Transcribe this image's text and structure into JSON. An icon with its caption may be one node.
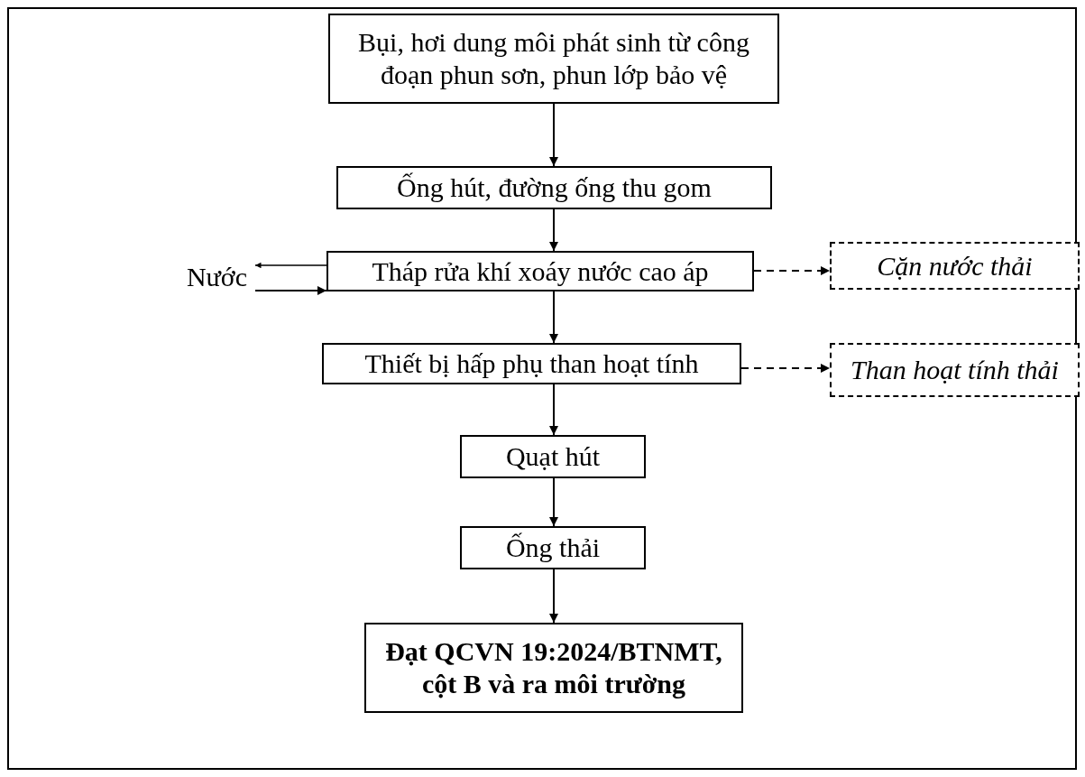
{
  "diagram": {
    "nodes": [
      {
        "text": [
          "Bụi, hơi dung môi phát sinh từ công đoạn phun sơn, phun lớp bảo vệ"
        ]
      },
      {
        "text": [
          "Ống hút, đường ống thu gom"
        ]
      },
      {
        "text": [
          "Tháp rửa khí xoáy nước cao áp"
        ]
      },
      {
        "text": [
          "Thiết bị hấp phụ than hoạt tính"
        ]
      },
      {
        "text": [
          "Quạt hút"
        ]
      },
      {
        "text": [
          "Ống thải"
        ]
      },
      {
        "text": [
          "Đạt QCVN 19:2024/BTNMT, cột B và ra môi trường"
        ]
      },
      {
        "text": [
          "Cặn nước thải"
        ]
      },
      {
        "text": [
          "Than hoạt tính thải"
        ]
      },
      {
        "text": [
          "Nước"
        ]
      }
    ],
    "edges": [
      {
        "from": 0,
        "to": 1,
        "arrow": "to"
      },
      {
        "from": 1,
        "to": 2,
        "arrow": "to"
      },
      {
        "from": 2,
        "to": 3,
        "arrow": "to"
      },
      {
        "from": 3,
        "to": 4,
        "arrow": "to"
      },
      {
        "from": 4,
        "to": 5,
        "arrow": "to"
      },
      {
        "from": 5,
        "to": 6,
        "arrow": "to"
      },
      {
        "from": 2,
        "to": 7,
        "arrow": "to",
        "style": "dashed"
      },
      {
        "from": 3,
        "to": 8,
        "arrow": "to",
        "style": "dashed"
      },
      {
        "from": 2,
        "to": 9,
        "arrow": "to"
      },
      {
        "from": 9,
        "to": 2,
        "arrow": "to"
      }
    ]
  }
}
